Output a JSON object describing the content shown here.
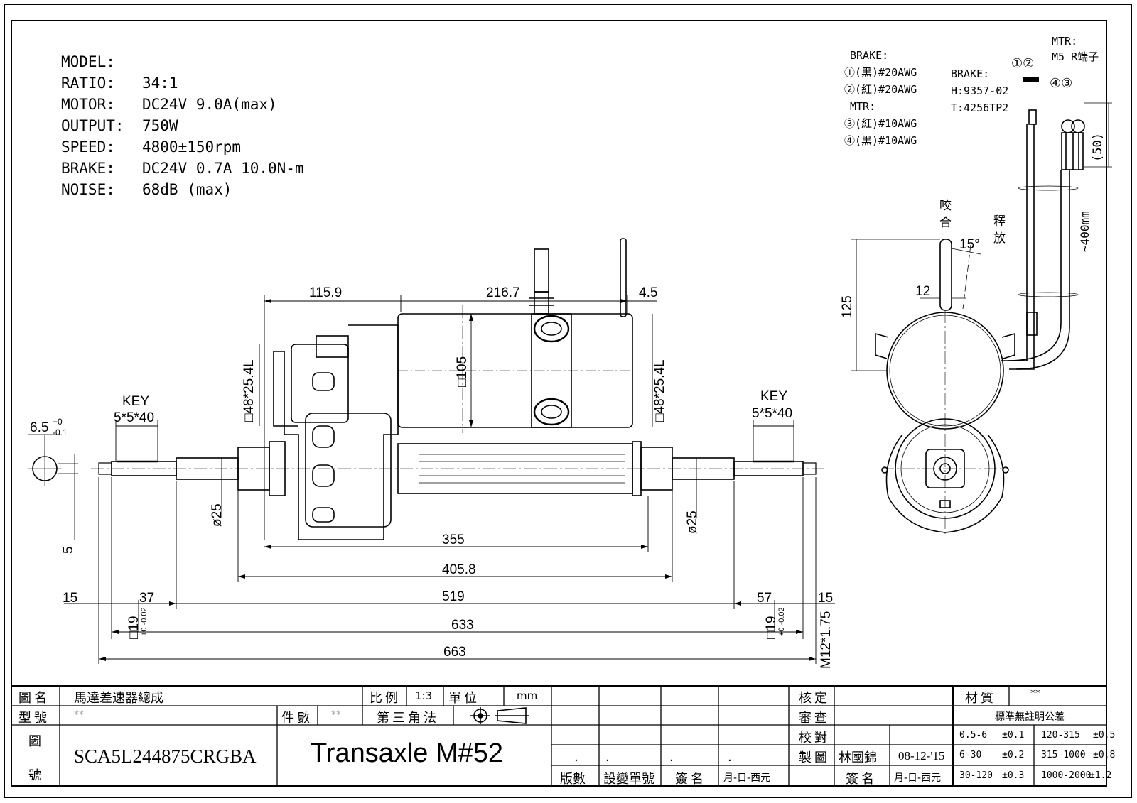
{
  "specs": [
    {
      "label": "MODEL:",
      "value": ""
    },
    {
      "label": "RATIO:",
      "value": "34:1"
    },
    {
      "label": "MOTOR:",
      "value": "DC24V  9.0A(max)"
    },
    {
      "label": "OUTPUT:",
      "value": "750W"
    },
    {
      "label": "SPEED:",
      "value": "4800±150rpm"
    },
    {
      "label": "BRAKE:",
      "value": "DC24V 0.7A 10.0N-m"
    },
    {
      "label": "NOISE:",
      "value": "68dB (max)"
    }
  ],
  "wiring": {
    "brake_title": "BRAKE:",
    "brake_1": "①(黑)#20AWG",
    "brake_2": "②(紅)#20AWG",
    "mtr_title": "MTR:",
    "mtr_3": "③(紅)#10AWG",
    "mtr_4": "④(黑)#10AWG",
    "connector_title": "BRAKE:",
    "connector_h": "H:9357-02",
    "connector_t": "T:4256TP2",
    "mtr_terminal_title": "MTR:",
    "mtr_terminal": "M5 R端子",
    "pins_12": "①②",
    "pins_43": "④③"
  },
  "dimensions": {
    "d115_9": "115.9",
    "d216_7": "216.7",
    "d4_5": "4.5",
    "d105": "□105",
    "sq48_left": "□48*25.4L",
    "sq48_right": "□48*25.4L",
    "key_left_title": "KEY",
    "key_left": "5*5*40",
    "key_right_title": "KEY",
    "key_right": "5*5*40",
    "d6_5": "6.5",
    "d6_5_tol_up": "+0",
    "d6_5_tol_dn": "-0.1",
    "phi25_left": "ø25",
    "phi25_right": "ø25",
    "d5": "5",
    "d355": "355",
    "d405_8": "405.8",
    "d15_left": "15",
    "d37": "37",
    "d519": "519",
    "d57": "57",
    "d15_right": "15",
    "sq19_left": "□19",
    "sq19_left_tol": "+0 -0.02",
    "sq19_right": "□19",
    "sq19_right_tol": "+0 -0.02",
    "d633": "633",
    "m12": "M12*1.75",
    "d663": "663",
    "d125": "125",
    "d12": "12",
    "d15deg": "15°",
    "d50": "(50)",
    "d400": "~400mm",
    "engage": "咬合",
    "release": "釋放"
  },
  "title_block": {
    "name_label": "圖名",
    "name_value": "馬達差速器總成",
    "scale_label": "比例",
    "scale_value": "1:3",
    "unit_label": "單位",
    "unit_value": "mm",
    "type_label": "型號",
    "type_value": "**",
    "qty_label": "件數",
    "qty_value": "**",
    "projection": "第三角法",
    "drawing_no_label_1": "圖",
    "drawing_no_label_2": "號",
    "drawing_no": "SCA5L244875CRGBA",
    "product_name": "Transaxle M#52",
    "dots": [
      ".",
      ".",
      ".",
      "."
    ],
    "rev_labels": [
      "版數",
      "設變單號",
      "簽名",
      "月-日-西元"
    ],
    "approve": "核定",
    "review": "審查",
    "check": "校對",
    "drawn": "製圖",
    "drawn_by": "林國錦",
    "drawn_date": "08-12-'15",
    "sign_label": "簽名",
    "date_label": "月-日-西元",
    "material_label": "材質",
    "material_value": "**",
    "tolerance_title": "標準無註明公差",
    "tolerances": [
      [
        "0.5-6",
        "±0.1",
        "120-315",
        "±0.5"
      ],
      [
        "6-30",
        "±0.2",
        "315-1000",
        "±0.8"
      ],
      [
        "30-120",
        "±0.3",
        "1000-2000",
        "±1.2"
      ]
    ]
  }
}
